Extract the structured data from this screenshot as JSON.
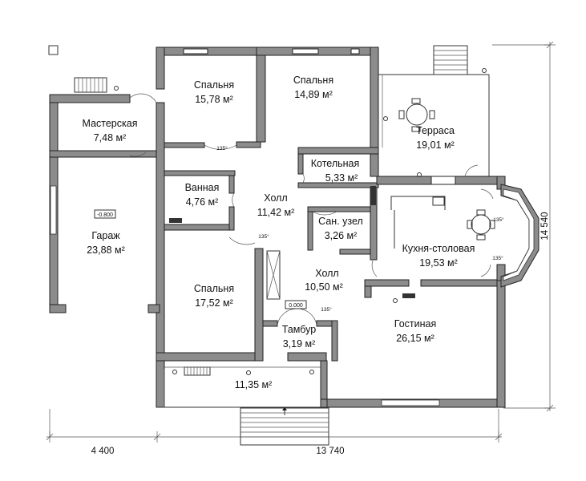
{
  "rooms": [
    {
      "name": "Спальня",
      "area": "15,78 м²"
    },
    {
      "name": "Спальня",
      "area": "14,89 м²"
    },
    {
      "name": "Мастерская",
      "area": "7,48 м²"
    },
    {
      "name": "Терраса",
      "area": "19,01 м²"
    },
    {
      "name": "Котельная",
      "area": "5,33 м²"
    },
    {
      "name": "Ванная",
      "area": "4,76 м²"
    },
    {
      "name": "Холл",
      "area": "11,42 м²"
    },
    {
      "name": "Сан. узел",
      "area": "3,26 м²"
    },
    {
      "name": "Гараж",
      "area": "23,88 м²"
    },
    {
      "name": "Кухня-столовая",
      "area": "19,53 м²"
    },
    {
      "name": "Холл",
      "area": "10,50 м²"
    },
    {
      "name": "Спальня",
      "area": "17,52 м²"
    },
    {
      "name": "Гостиная",
      "area": "26,15 м²"
    },
    {
      "name": "Тамбур",
      "area": "3,19 м²"
    },
    {
      "name": "",
      "area": "11,35 м²"
    }
  ],
  "levels": {
    "garage": "-0.800",
    "hall": "0.000"
  },
  "door_angles": [
    "135°",
    "135°",
    "135°",
    "135°",
    "135°"
  ],
  "dimensions": {
    "left": "4 400",
    "bottom": "13 740",
    "right": "14 540"
  }
}
